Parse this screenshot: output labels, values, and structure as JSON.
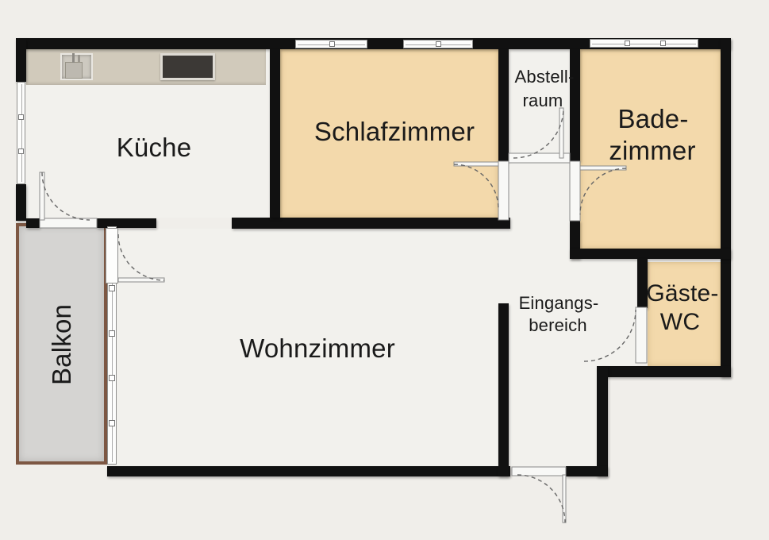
{
  "type": "floor-plan",
  "rooms": {
    "kitchen": {
      "label": "Küche"
    },
    "bedroom": {
      "label": "Schlafzimmer"
    },
    "storage": {
      "lines": [
        "Abstell-",
        "raum"
      ]
    },
    "bathroom": {
      "lines": [
        "Bade-",
        "zimmer"
      ]
    },
    "guest_wc": {
      "lines": [
        "Gäste-",
        "WC"
      ]
    },
    "entrance_area": {
      "lines": [
        "Eingangs-",
        "bereich"
      ]
    },
    "living_room": {
      "label": "Wohnzimmer"
    },
    "balcony": {
      "label": "Balkon"
    }
  },
  "fixtures": {
    "sink": "kitchen-sink",
    "cooktop": "kitchen-cooktop",
    "counter": "kitchen-counter"
  },
  "colors": {
    "bg": "#f0eeea",
    "room_light": "#f2f1ed",
    "room_tan": "#f3d9ab",
    "wall": "#111111",
    "counter": "#d1cabb",
    "balcony_fill": "#d5d4d2",
    "balcony_border": "#7d5743",
    "cooktop": "#3c3936",
    "door_frame": "#f8f8f6",
    "arc": "#666666",
    "text": "#1a1a1a"
  }
}
